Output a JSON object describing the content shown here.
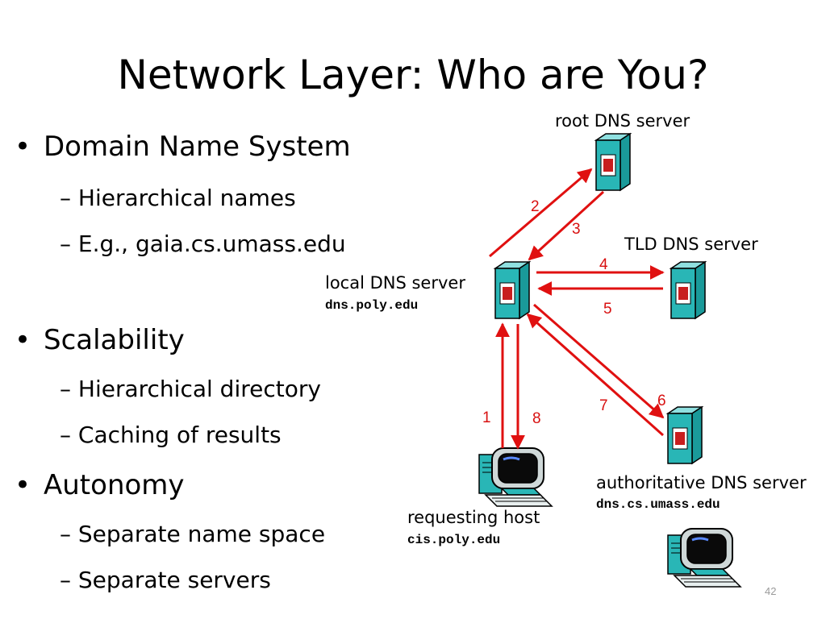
{
  "slide": {
    "title": "Network Layer: Who are You?",
    "page_number": "42"
  },
  "bullets": [
    {
      "text": "Domain Name System",
      "sub": [
        "– Hierarchical names",
        "– E.g., gaia.cs.umass.edu"
      ]
    },
    {
      "text": "Scalability",
      "sub": [
        "– Hierarchical directory",
        "– Caching of results"
      ]
    },
    {
      "text": "Autonomy",
      "sub": [
        "– Separate name space",
        "– Separate servers"
      ]
    }
  ],
  "diagram": {
    "root_label": "root DNS server",
    "tld_label": "TLD DNS server",
    "local_label": "local DNS server",
    "local_host": "dns.poly.edu",
    "auth_label": "authoritative DNS server",
    "auth_host": "dns.cs.umass.edu",
    "req_label": "requesting host",
    "req_host": "cis.poly.edu",
    "steps": [
      "1",
      "2",
      "3",
      "4",
      "5",
      "6",
      "7",
      "8"
    ],
    "arrow_color": "#e01010",
    "server_color": "#29b6b6"
  }
}
